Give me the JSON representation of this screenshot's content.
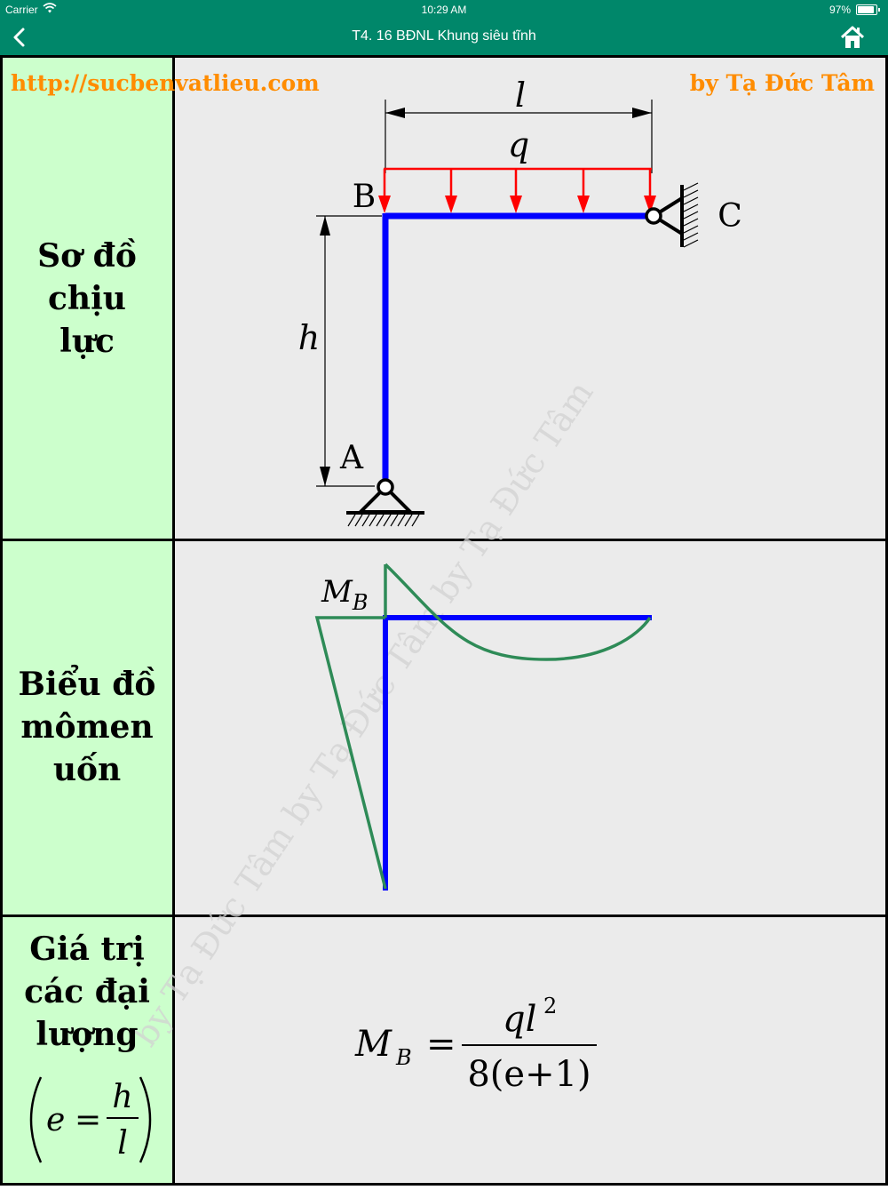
{
  "status_bar": {
    "carrier": "Carrier",
    "time": "10:29 AM",
    "battery": "97%"
  },
  "nav": {
    "title": "T4. 16 BĐNL Khung siêu tĩnh",
    "back_icon": "chevron-left-icon",
    "home_icon": "home-icon"
  },
  "header": {
    "url": "http://sucbenvatlieu.com",
    "author": "by Tạ Đức Tâm"
  },
  "watermark": "by Tạ Đức Tâm by Tạ Đức Tâm by Tạ Đức Tâm",
  "rows": [
    {
      "label_lines": [
        "Sơ đồ",
        "chịu",
        "lực"
      ]
    },
    {
      "label_lines": [
        "Biểu đồ",
        "mômen",
        "uốn"
      ]
    },
    {
      "label_lines": [
        "Giá trị",
        "các đại",
        "lượng"
      ]
    }
  ],
  "diagram": {
    "length_label": "l",
    "load_label": "q",
    "height_label": "h",
    "node_b": "B",
    "node_c": "C",
    "node_a": "A",
    "moment_label": "M",
    "moment_sub": "B"
  },
  "formula": {
    "lhs_main": "M",
    "lhs_sub": "B",
    "equals": "=",
    "num_main": "ql",
    "num_exp": "2",
    "den_text": "8(e+1)",
    "def_var": "e",
    "def_equals": "=",
    "def_num": "h",
    "def_den": "l"
  },
  "colors": {
    "bar": "#0000ff",
    "statusbar": "#00876a",
    "load": "#ff0000",
    "moment": "#2e8b57",
    "label_bg": "#ccffcc",
    "cell_bg": "#ebebeb",
    "header_text": "#ff8c00"
  }
}
